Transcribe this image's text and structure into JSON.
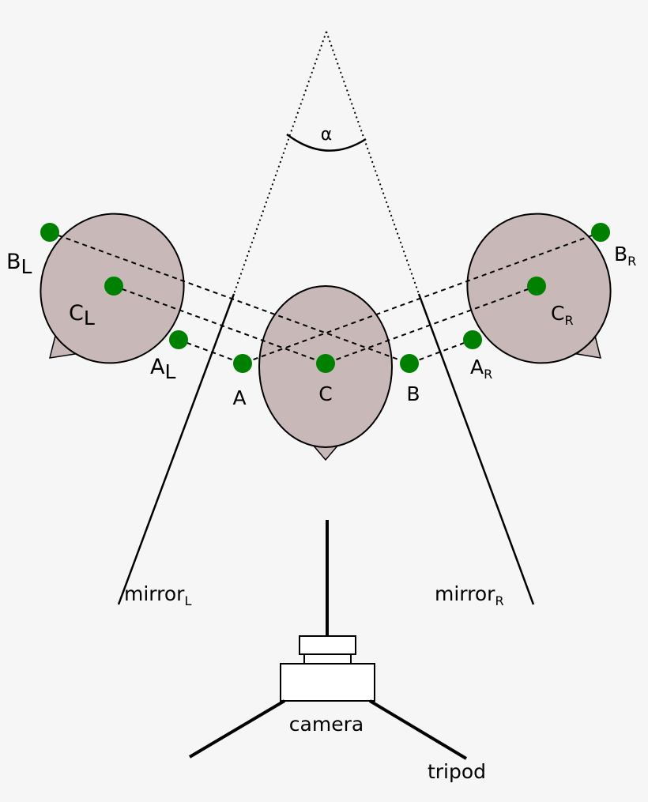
{
  "labels": {
    "alpha": "α",
    "A": "A",
    "B": "B",
    "C": "C",
    "A_L": {
      "main": "A",
      "sub": "L"
    },
    "B_L": {
      "main": "B",
      "sub": "L"
    },
    "C_L": {
      "main": "C",
      "sub": "L"
    },
    "A_R": {
      "main": "A",
      "sub": "R"
    },
    "B_R": {
      "main": "B",
      "sub": "R"
    },
    "C_R": {
      "main": "C",
      "sub": "R"
    },
    "mirror_L": {
      "main": "mirror",
      "sub": "L"
    },
    "mirror_R": {
      "main": "mirror",
      "sub": "R"
    },
    "camera": "camera",
    "tripod": "tripod"
  },
  "colors": {
    "background": "#f6f6f6",
    "head_fill": "#c8b8b8",
    "marker": "#008000",
    "line": "#000000"
  }
}
